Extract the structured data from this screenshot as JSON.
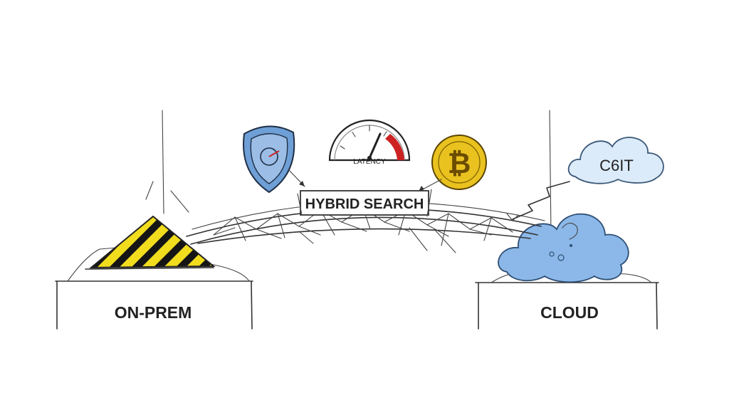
{
  "labels": {
    "left_base": "ON-PREM",
    "right_base": "CLOUD",
    "bridge_sign": "HYBRID SEARCH",
    "gauge": "LATENCY",
    "cloud_sign": "C6IT"
  },
  "icons": {
    "security": "shield-icon",
    "speed": "gauge-icon",
    "cost": "bitcoin-coin-icon",
    "cloud": "cloud-icon",
    "hazard": "hazard-stripes-icon",
    "link": "lightning-bolt-icon"
  },
  "colors": {
    "shield": "#6e9fd6",
    "coin": "#e9c21f",
    "cloud": "#8bb8e8",
    "cloud_small": "#dcebf9",
    "hazard": "#f1dc1e",
    "gauge_red": "#cc2222"
  }
}
